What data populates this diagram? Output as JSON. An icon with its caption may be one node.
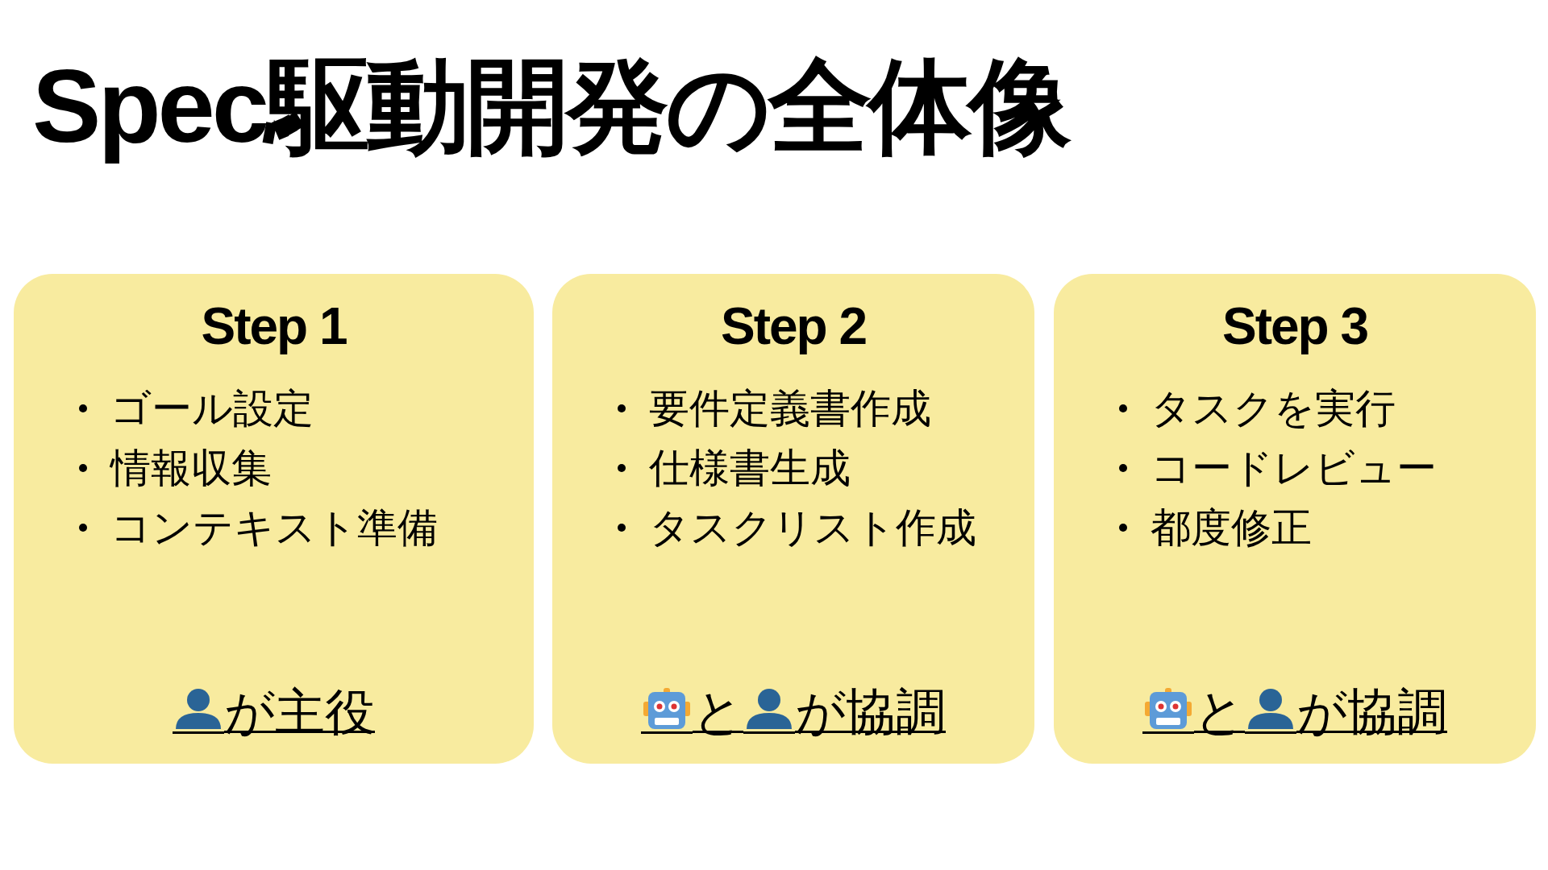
{
  "diagram": {
    "title": "Spec駆動開発の全体像",
    "nodes": [
      {
        "text": [
          "Step 1",
          "ゴール設定",
          "情報収集",
          "コンテキスト準備",
          "が主役"
        ]
      },
      {
        "text": [
          "Step 2",
          "要件定義書作成",
          "仕様書生成",
          "タスクリスト作成",
          "と",
          "が協調"
        ]
      },
      {
        "text": [
          "Step 3",
          "タスクを実行",
          "コードレビュー",
          "都度修正",
          "と",
          "が協調"
        ]
      }
    ],
    "edges": []
  }
}
